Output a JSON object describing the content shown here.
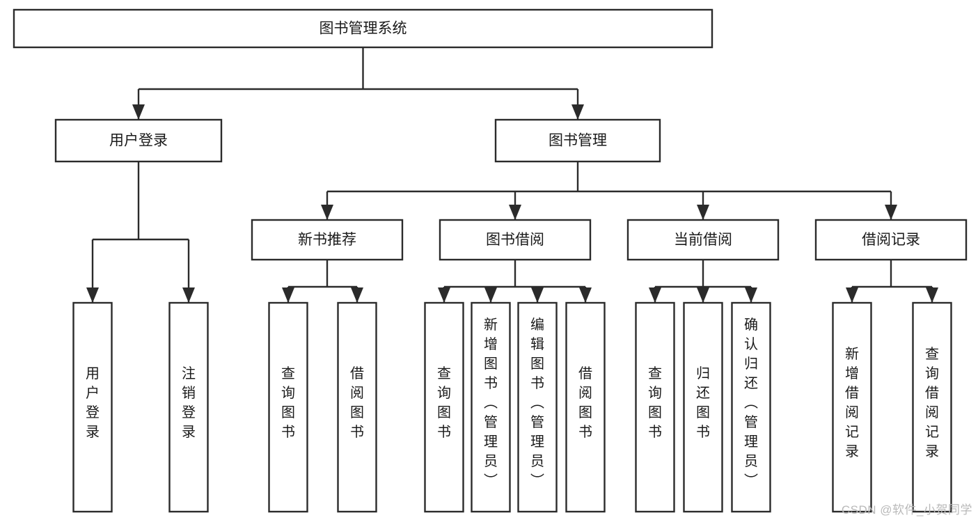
{
  "diagram": {
    "type": "tree-hierarchy-chart",
    "title": "图书管理系统",
    "colors": {
      "box_stroke": "#2b2b2b",
      "box_fill": "#ffffff",
      "text": "#1a1a1a",
      "connector": "#2b2b2b",
      "background": "#ffffff",
      "watermark": "#b9b9b9"
    },
    "root": {
      "label": "图书管理系统",
      "orientation": "horizontal"
    },
    "level2": [
      {
        "label": "用户登录",
        "orientation": "horizontal"
      },
      {
        "label": "图书管理",
        "orientation": "horizontal"
      }
    ],
    "level3": [
      {
        "label": "新书推荐",
        "orientation": "horizontal"
      },
      {
        "label": "图书借阅",
        "orientation": "horizontal"
      },
      {
        "label": "当前借阅",
        "orientation": "horizontal"
      },
      {
        "label": "借阅记录",
        "orientation": "horizontal"
      }
    ],
    "leaves": {
      "user_login": [
        {
          "label": "用户登录",
          "orientation": "vertical"
        },
        {
          "label": "注销登录",
          "orientation": "vertical"
        }
      ],
      "new_book_recommend": [
        {
          "label": "查询图书",
          "orientation": "vertical"
        },
        {
          "label": "借阅图书",
          "orientation": "vertical"
        }
      ],
      "book_borrow": [
        {
          "label": "查询图书",
          "orientation": "vertical"
        },
        {
          "label": "新增图书（管理员）",
          "orientation": "vertical"
        },
        {
          "label": "编辑图书（管理员）",
          "orientation": "vertical"
        },
        {
          "label": "借阅图书",
          "orientation": "vertical"
        }
      ],
      "current_borrow": [
        {
          "label": "查询图书",
          "orientation": "vertical"
        },
        {
          "label": "归还图书",
          "orientation": "vertical"
        },
        {
          "label": "确认归还（管理员）",
          "orientation": "vertical"
        }
      ],
      "borrow_record": [
        {
          "label": "新增借阅记录",
          "orientation": "vertical"
        },
        {
          "label": "查询借阅记录",
          "orientation": "vertical"
        }
      ]
    }
  },
  "watermark": {
    "text": "CSDN @软件_小贺同学"
  }
}
